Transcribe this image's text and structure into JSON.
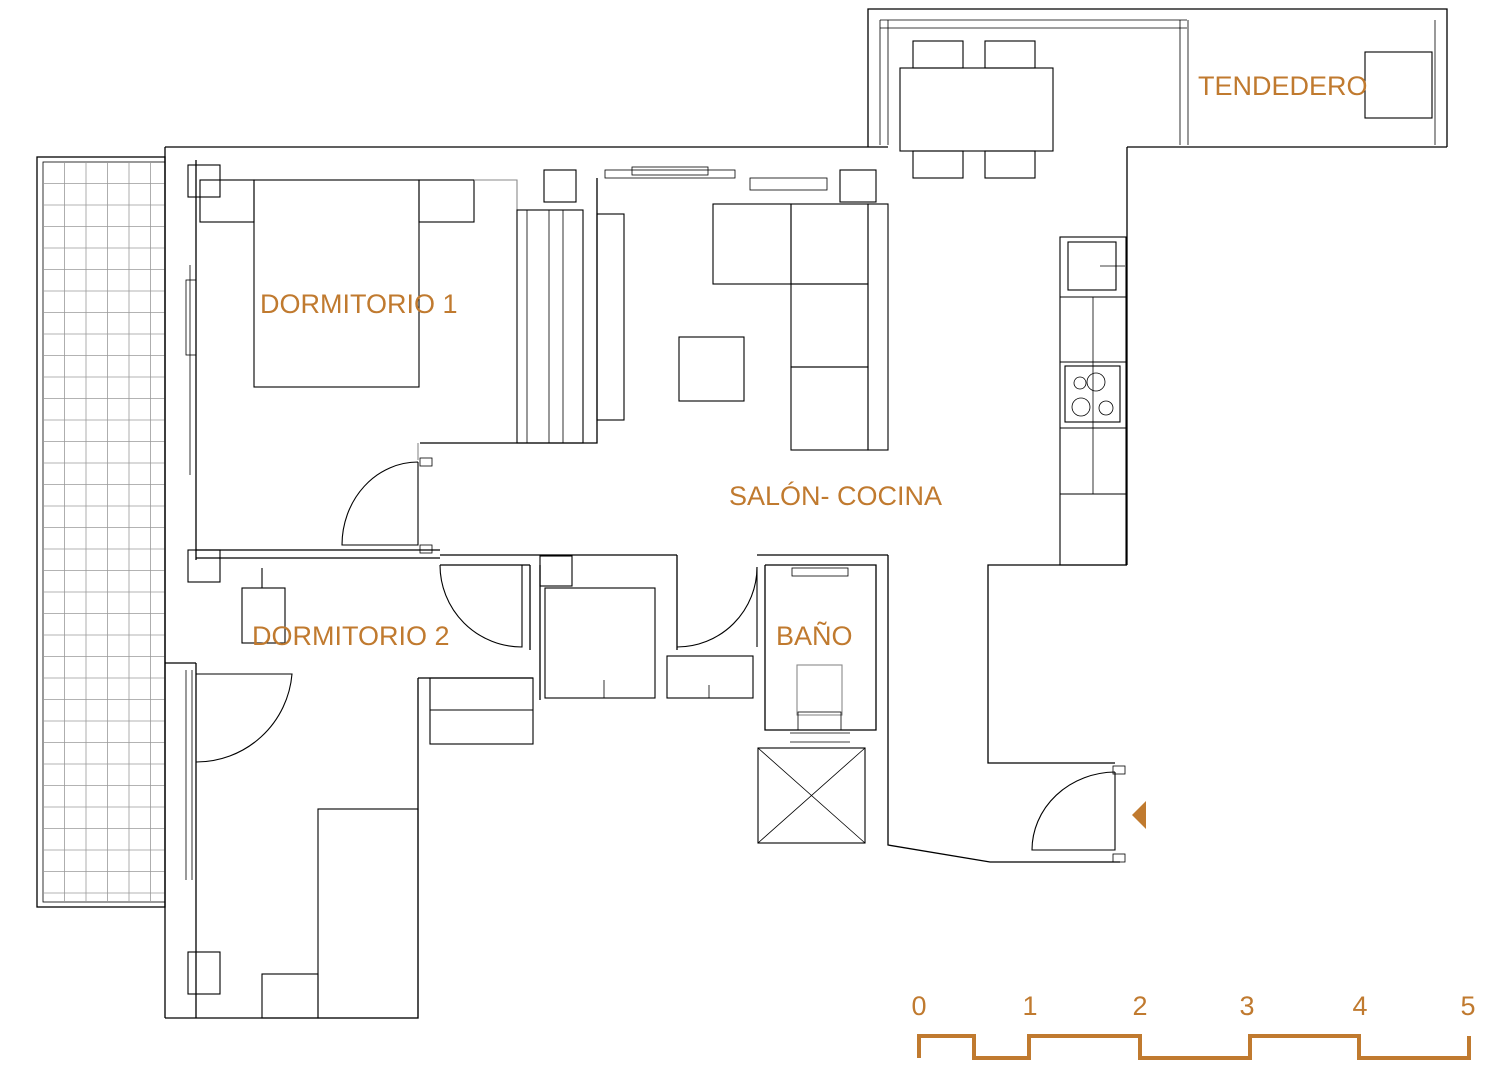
{
  "rooms": {
    "dormitorio1": "DORMITORIO 1",
    "dormitorio2": "DORMITORIO 2",
    "salon_cocina": "SALÓN- COCINA",
    "bano": "BAÑO",
    "tendedero": "TENDEDERO"
  },
  "scale": {
    "ticks": [
      "0",
      "1",
      "2",
      "3",
      "4",
      "5"
    ],
    "color": "#c07a2f"
  },
  "entrance_marker_color": "#c07a2f"
}
